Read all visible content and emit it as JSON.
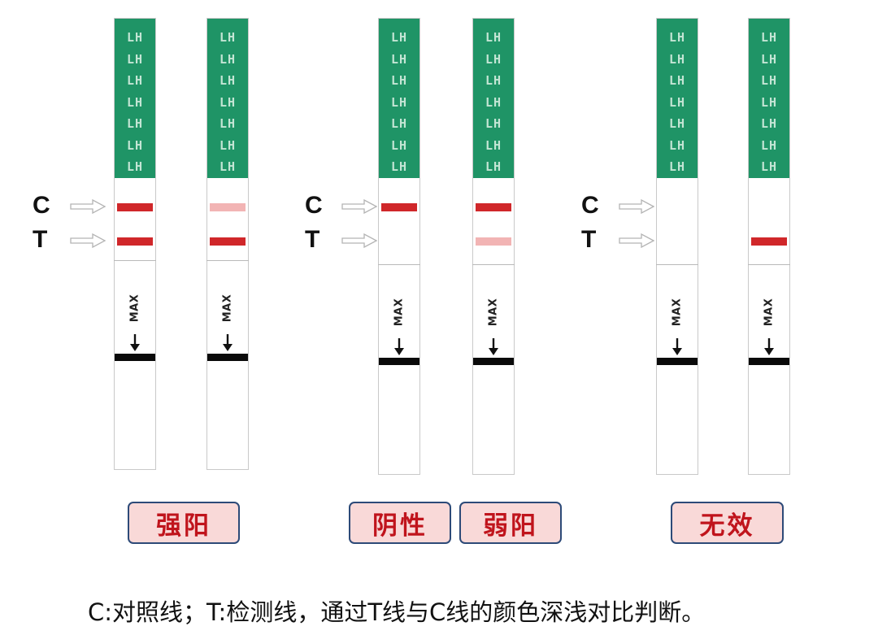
{
  "strip_label": "LH",
  "max_label": "MAX",
  "marker_letters": {
    "control": "C",
    "test": "T"
  },
  "colors": {
    "strip_head": "#1f9466",
    "control_line_strong": "#d0272a",
    "test_line_strong": "#d0272a",
    "line_faint": "#f2b4b4",
    "result_label_text": "#c0141c",
    "result_label_bg": "#f9d9d8",
    "result_label_border": "#2d4a78"
  },
  "groups": [
    {
      "id": "strong-positive",
      "strips": [
        {
          "control_line": "strong",
          "test_line": "strong"
        },
        {
          "control_line": "faint",
          "test_line": "strong"
        }
      ]
    },
    {
      "id": "negative-weak",
      "strips": [
        {
          "control_line": "strong",
          "test_line": "none"
        },
        {
          "control_line": "strong",
          "test_line": "faint"
        }
      ]
    },
    {
      "id": "invalid",
      "strips": [
        {
          "control_line": "none",
          "test_line": "none"
        },
        {
          "control_line": "none",
          "test_line": "strong"
        }
      ]
    }
  ],
  "result_labels": [
    "强阳",
    "阴性",
    "弱阳",
    "无效"
  ],
  "caption": "C:对照线；T:检测线，通过T线与C线的颜色深浅对比判断。"
}
